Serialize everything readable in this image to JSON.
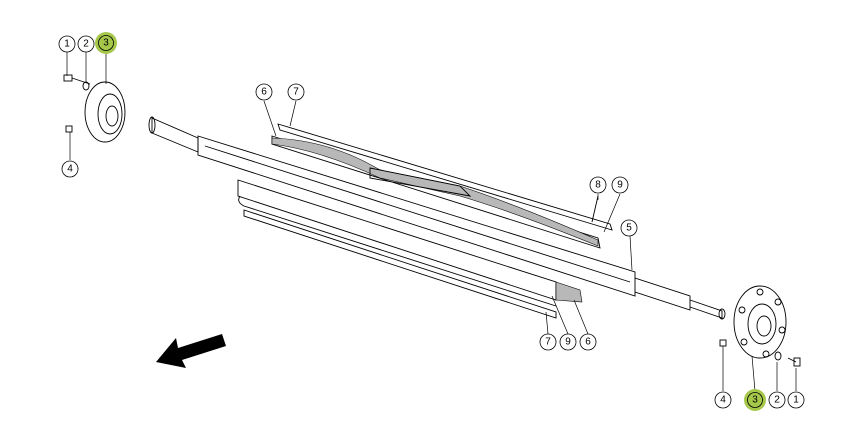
{
  "highlight_color": "#a5c84a",
  "callouts": {
    "c1a": "1",
    "c2a": "2",
    "c3a": "3",
    "c4a": "4",
    "c5": "5",
    "c6a": "6",
    "c7a": "7",
    "c8": "8",
    "c9a": "9",
    "c7b": "7",
    "c9b": "9",
    "c6b": "6",
    "c4b": "4",
    "c3b": "3",
    "c2b": "2",
    "c1b": "1"
  },
  "direction_arrow_icon": "arrow-down-left-icon"
}
